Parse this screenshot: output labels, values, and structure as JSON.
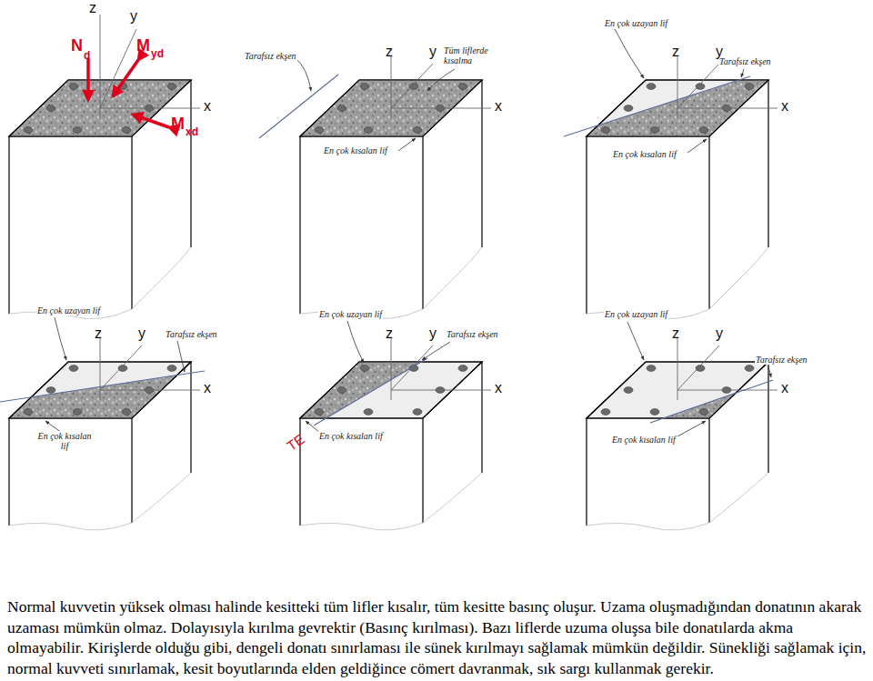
{
  "diagram": {
    "caption": "Normal kuvvetin yüksek olması halinde kesitteki tüm lifler kısalır, tüm kesitte basınç oluşur. Uzama oluşmadığından donatının akarak uzaması mümkün olmaz. Dolayısıyla kırılma gevrektir (Basınç kırılması). Bazı liflerde uzuma oluşsa bile donatılarda akma olmayabilir. Kirişlerde olduğu gibi, dengeli donatı sınırlaması ile sünek kırılmayı sağlamak mümkün değildir. Sünekliği sağlamak için, normal kuvveti sınırlamak, kesit boyutlarında elden geldiğince cömert davranmak, sık sargı kullanmak gerekir.",
    "labels": [
      "z",
      "y",
      "N",
      "d",
      "M",
      "yd",
      "M",
      "xd",
      "x",
      "Tarafsız ekşen",
      "z",
      "y",
      "Tüm liflerde kısalma",
      "x",
      "En çok kısalan lif",
      "En çok uzayan lif",
      "Tarafsız ekşen",
      "z",
      "y",
      "x",
      "En çok kısalan lif",
      "En çok uzayan lif",
      "z",
      "y",
      "Tarafsız ekşen",
      "x",
      "En çok kısalan lif",
      "En çok uzayan lif",
      "z",
      "y",
      "Tarafsız ekşen",
      "x",
      "TE",
      "En çok kısalan lif",
      "En çok uzayan lif",
      "z",
      "y",
      "Tarafsız ekşen",
      "x",
      "En çok kısalan lif"
    ]
  }
}
